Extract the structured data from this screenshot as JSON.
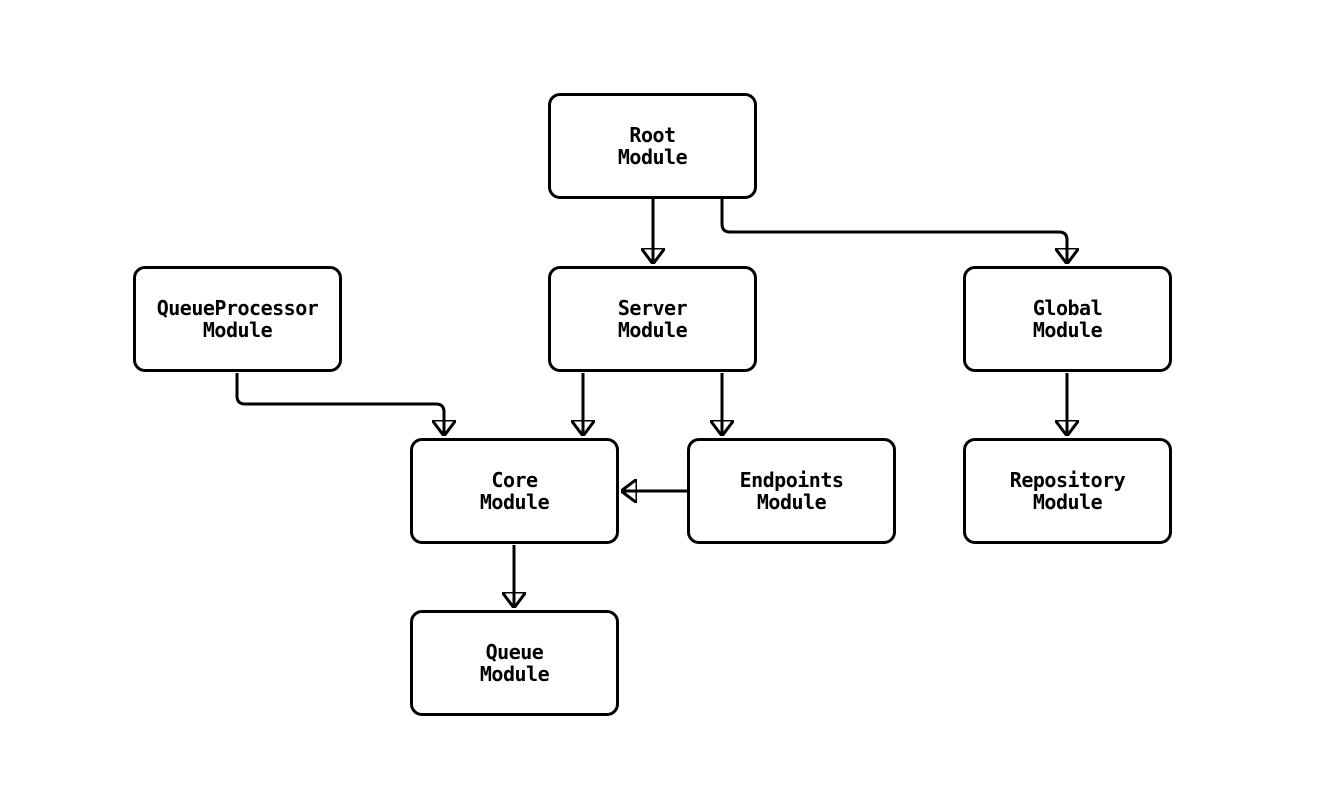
{
  "diagram": {
    "background": "#ffffff",
    "line_color": "#000000",
    "node_fill": "#ffffff",
    "node_border_color": "#000000",
    "nodes": [
      {
        "id": "root",
        "label": "Root\nModule"
      },
      {
        "id": "queue-processor",
        "label": "QueueProcessor\nModule"
      },
      {
        "id": "server",
        "label": "Server\nModule"
      },
      {
        "id": "global",
        "label": "Global\nModule"
      },
      {
        "id": "core",
        "label": "Core\nModule"
      },
      {
        "id": "endpoints",
        "label": "Endpoints\nModule"
      },
      {
        "id": "repository",
        "label": "Repository\nModule"
      },
      {
        "id": "queue",
        "label": "Queue\nModule"
      }
    ],
    "edges": [
      {
        "from": "root",
        "to": "server"
      },
      {
        "from": "root",
        "to": "global"
      },
      {
        "from": "queue-processor",
        "to": "core"
      },
      {
        "from": "server",
        "to": "core"
      },
      {
        "from": "server",
        "to": "endpoints"
      },
      {
        "from": "endpoints",
        "to": "core"
      },
      {
        "from": "global",
        "to": "repository"
      },
      {
        "from": "core",
        "to": "queue"
      }
    ]
  }
}
